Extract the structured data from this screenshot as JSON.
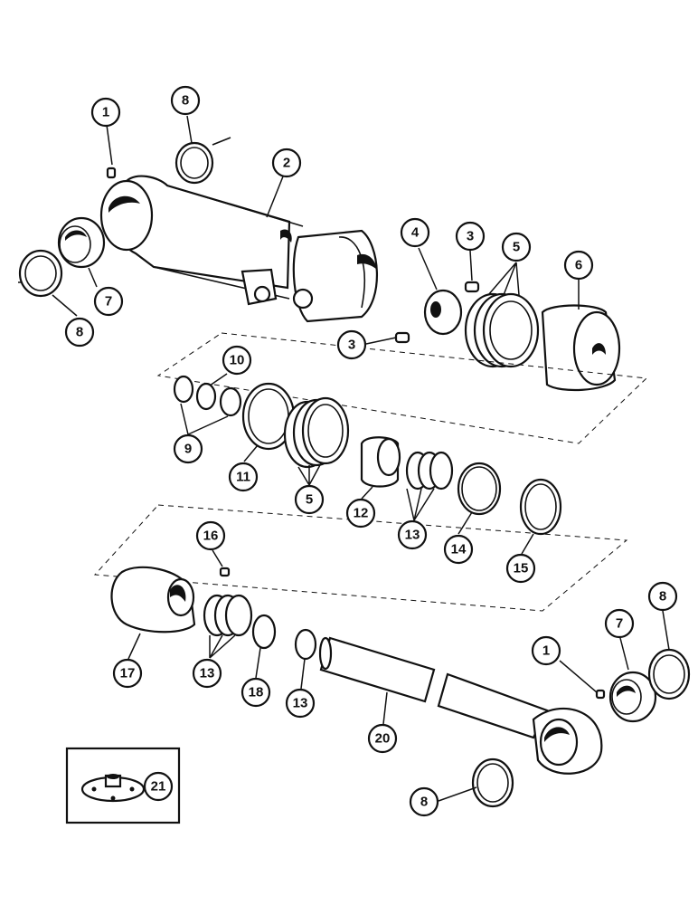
{
  "callouts": {
    "c1a": "1",
    "c8a": "8",
    "c2": "2",
    "c7a": "7",
    "c8b": "8",
    "c4": "4",
    "c3a": "3",
    "c5a": "5",
    "c6": "6",
    "c3b": "3",
    "c10": "10",
    "c9": "9",
    "c11": "11",
    "c5b": "5",
    "c12": "12",
    "c13a": "13",
    "c14": "14",
    "c15": "15",
    "c16": "16",
    "c8c": "8",
    "c7b": "7",
    "c17": "17",
    "c13b": "13",
    "c18": "18",
    "c13c": "13",
    "c1b": "1",
    "c20": "20",
    "c8d": "8",
    "c21": "21"
  }
}
